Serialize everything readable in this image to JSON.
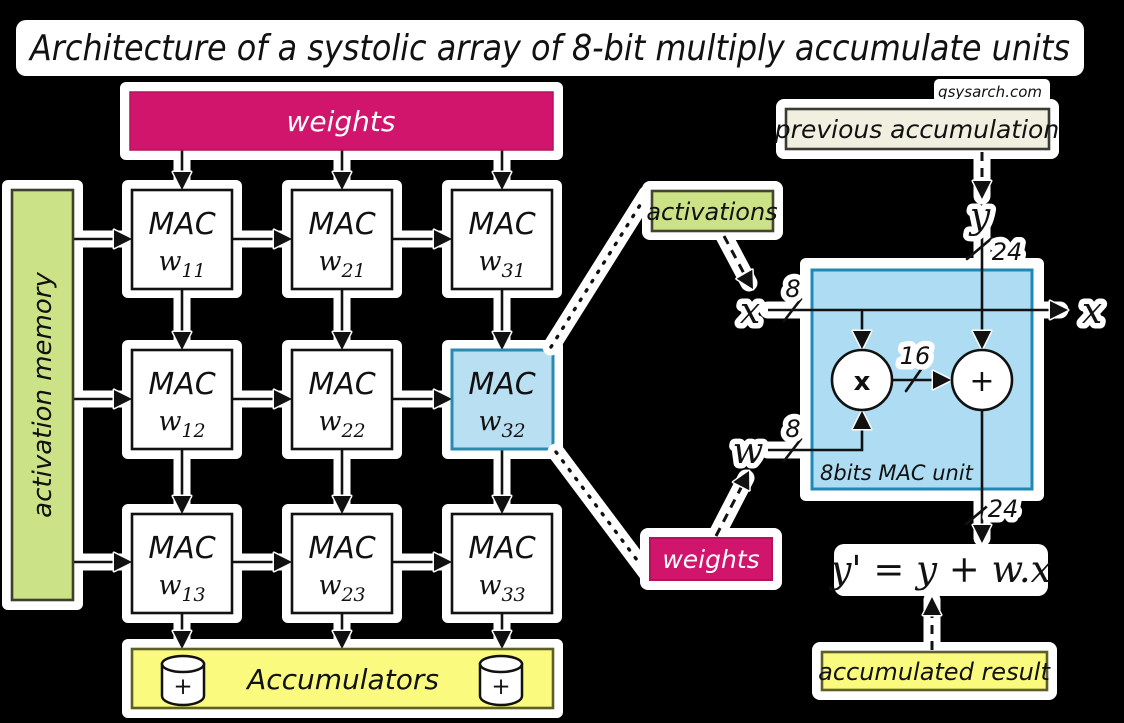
{
  "title": "Architecture of a systolic array of 8-bit multiply accumulate units",
  "credit": "qsysarch.com",
  "array": {
    "weights_banner": "weights",
    "activation_memory": "activation memory",
    "accumulators_label": "Accumulators",
    "accumulator_plus": "+",
    "mac_label": "MAC",
    "cells": [
      {
        "w": "w",
        "sub": "11"
      },
      {
        "w": "w",
        "sub": "21"
      },
      {
        "w": "w",
        "sub": "31"
      },
      {
        "w": "w",
        "sub": "12"
      },
      {
        "w": "w",
        "sub": "22"
      },
      {
        "w": "w",
        "sub": "32",
        "highlighted": true
      },
      {
        "w": "w",
        "sub": "13"
      },
      {
        "w": "w",
        "sub": "23"
      },
      {
        "w": "w",
        "sub": "33"
      }
    ]
  },
  "detail": {
    "previous_accumulation_label": "previous accumulation",
    "activations_label": "activations",
    "weights_label": "weights",
    "accumulated_result_label": "accumulated result",
    "unit_caption": "8bits MAC unit",
    "input_x": "x",
    "output_x": "x",
    "input_w": "w",
    "input_y": "y",
    "multiplier_symbol": "x",
    "adder_symbol": "+",
    "bus_width_x": "8",
    "bus_width_w": "8",
    "bus_width_product": "16",
    "bus_width_y_in": "24",
    "bus_width_y_out": "24",
    "result_formula": "y' = y + w.x"
  },
  "colors": {
    "background": "#000000",
    "paper": "#ffffff",
    "ink": "#111111",
    "magenta": "#d1156d",
    "green": "#cbe287",
    "yellow": "#f9fa7e",
    "cream": "#f1efe0",
    "blue_fill": "#aedcf2",
    "blue_cell_fill": "#b9e0f2",
    "blue_border": "#2088b6"
  }
}
